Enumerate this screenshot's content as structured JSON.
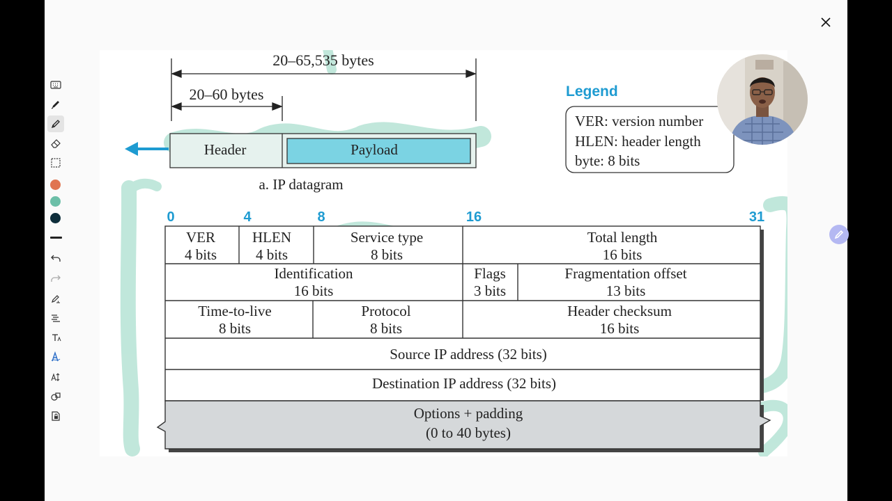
{
  "slide": {
    "total_span": "20–65,535 bytes",
    "header_span": "20–60 bytes",
    "header_box": "Header",
    "payload_box": "Payload",
    "caption": "a. IP datagram",
    "legend": {
      "title": "Legend",
      "lines": [
        "VER: version number",
        "HLEN: header length",
        "byte: 8 bits"
      ]
    },
    "bit_markers": [
      "0",
      "4",
      "8",
      "16",
      "31"
    ],
    "fields": {
      "ver": {
        "name": "VER",
        "size": "4 bits"
      },
      "hlen": {
        "name": "HLEN",
        "size": "4 bits"
      },
      "service_type": {
        "name": "Service type",
        "size": "8 bits"
      },
      "total_length": {
        "name": "Total length",
        "size": "16 bits"
      },
      "identification": {
        "name": "Identification",
        "size": "16 bits"
      },
      "flags": {
        "name": "Flags",
        "size": "3 bits"
      },
      "fragmentation_offset": {
        "name": "Fragmentation offset",
        "size": "13 bits"
      },
      "time_to_live": {
        "name": "Time-to-live",
        "size": "8 bits"
      },
      "protocol": {
        "name": "Protocol",
        "size": "8 bits"
      },
      "header_checksum": {
        "name": "Header checksum",
        "size": "16 bits"
      },
      "source_ip": {
        "name": "Source IP address (32 bits)"
      },
      "destination_ip": {
        "name": "Destination IP address (32 bits)"
      },
      "options": {
        "name": "Options + padding",
        "size": "(0 to 40 bytes)"
      }
    }
  },
  "toolbar": {
    "tools": [
      "keyboard-icon",
      "pen-icon",
      "highlighter-icon",
      "eraser-icon",
      "lasso-select-icon",
      "undo-icon",
      "redo-icon",
      "pen-settings-icon",
      "text-lines-icon",
      "text-format-icon",
      "handwriting-icon",
      "text-spacing-icon",
      "shapes-icon",
      "page-lock-icon"
    ],
    "colors": [
      "#e07450",
      "#6cbfa8",
      "#0d2d3a"
    ]
  },
  "annotation_color": "#8ed4be"
}
